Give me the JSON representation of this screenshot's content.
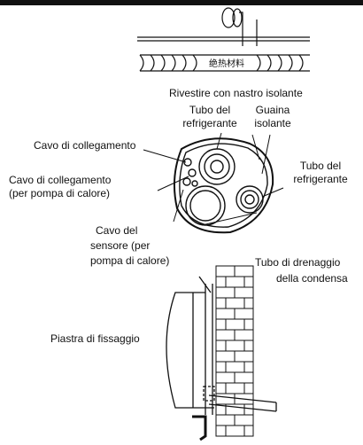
{
  "labels": {
    "wrap_tape": "Rivestire con nastro isolante",
    "refrigerant_tube_1": [
      "Tubo del",
      "refrigerante"
    ],
    "insulating_sheath": [
      "Guaina",
      "isolante"
    ],
    "connection_cable": "Cavo di collegamento",
    "connection_cable_heat_pump": [
      "Cavo di collegamento",
      "(per pompa di calore)"
    ],
    "refrigerant_tube_2": [
      "Tubo del",
      "refrigerante"
    ],
    "sensor_cable": [
      "Cavo del",
      "sensore (per",
      "pompa di calore)"
    ],
    "drain_pipe": [
      "Tubo di drenaggio",
      "della condensa"
    ],
    "mounting_plate": "Piastra di fissaggio"
  },
  "tape_marking": "绝热材料"
}
